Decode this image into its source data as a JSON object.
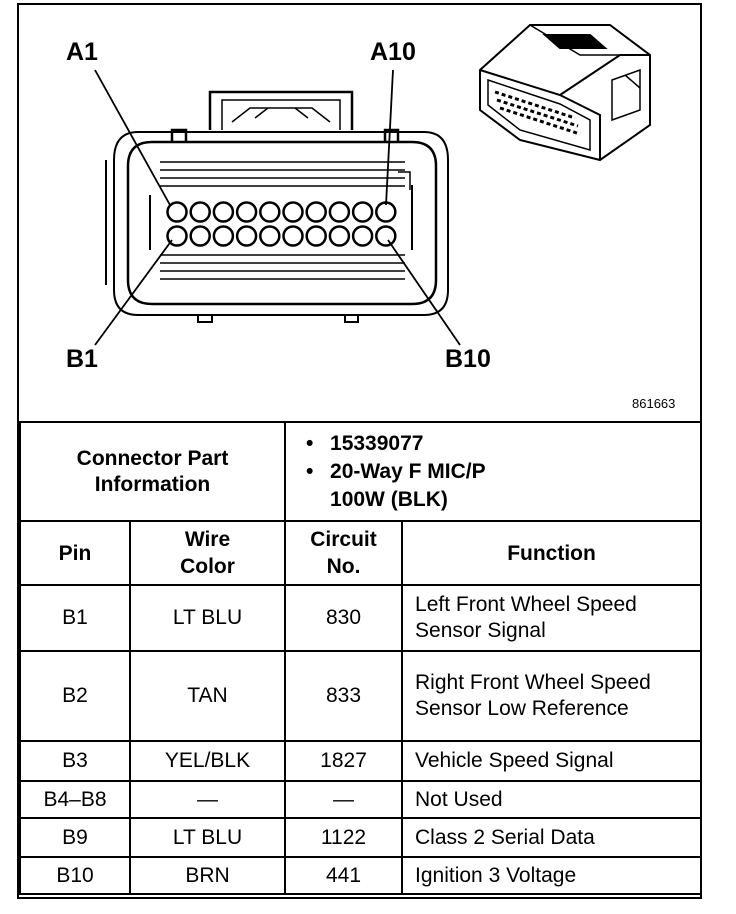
{
  "diagram": {
    "pin_labels": {
      "a1": "A1",
      "a10": "A10",
      "b1": "B1",
      "b10": "B10"
    },
    "reference_number": "861663"
  },
  "connector_info": {
    "label": "Connector Part Information",
    "part_number": "15339077",
    "description": "20-Way F MIC/P 100W (BLK)"
  },
  "table": {
    "headers": {
      "pin": "Pin",
      "wire_color": "Wire Color",
      "circuit_no": "Circuit No.",
      "function": "Function"
    },
    "rows": [
      {
        "pin": "B1",
        "wire_color": "LT BLU",
        "circuit": "830",
        "function": "Left Front Wheel Speed Sensor Signal"
      },
      {
        "pin": "B2",
        "wire_color": "TAN",
        "circuit": "833",
        "function": "Right Front Wheel Speed Sensor Low Reference"
      },
      {
        "pin": "B3",
        "wire_color": "YEL/BLK",
        "circuit": "1827",
        "function": "Vehicle Speed Signal"
      },
      {
        "pin": "B4–B8",
        "wire_color": "—",
        "circuit": "—",
        "function": "Not Used"
      },
      {
        "pin": "B9",
        "wire_color": "LT BLU",
        "circuit": "1122",
        "function": "Class 2 Serial Data"
      },
      {
        "pin": "B10",
        "wire_color": "BRN",
        "circuit": "441",
        "function": "Ignition 3 Voltage"
      }
    ]
  }
}
